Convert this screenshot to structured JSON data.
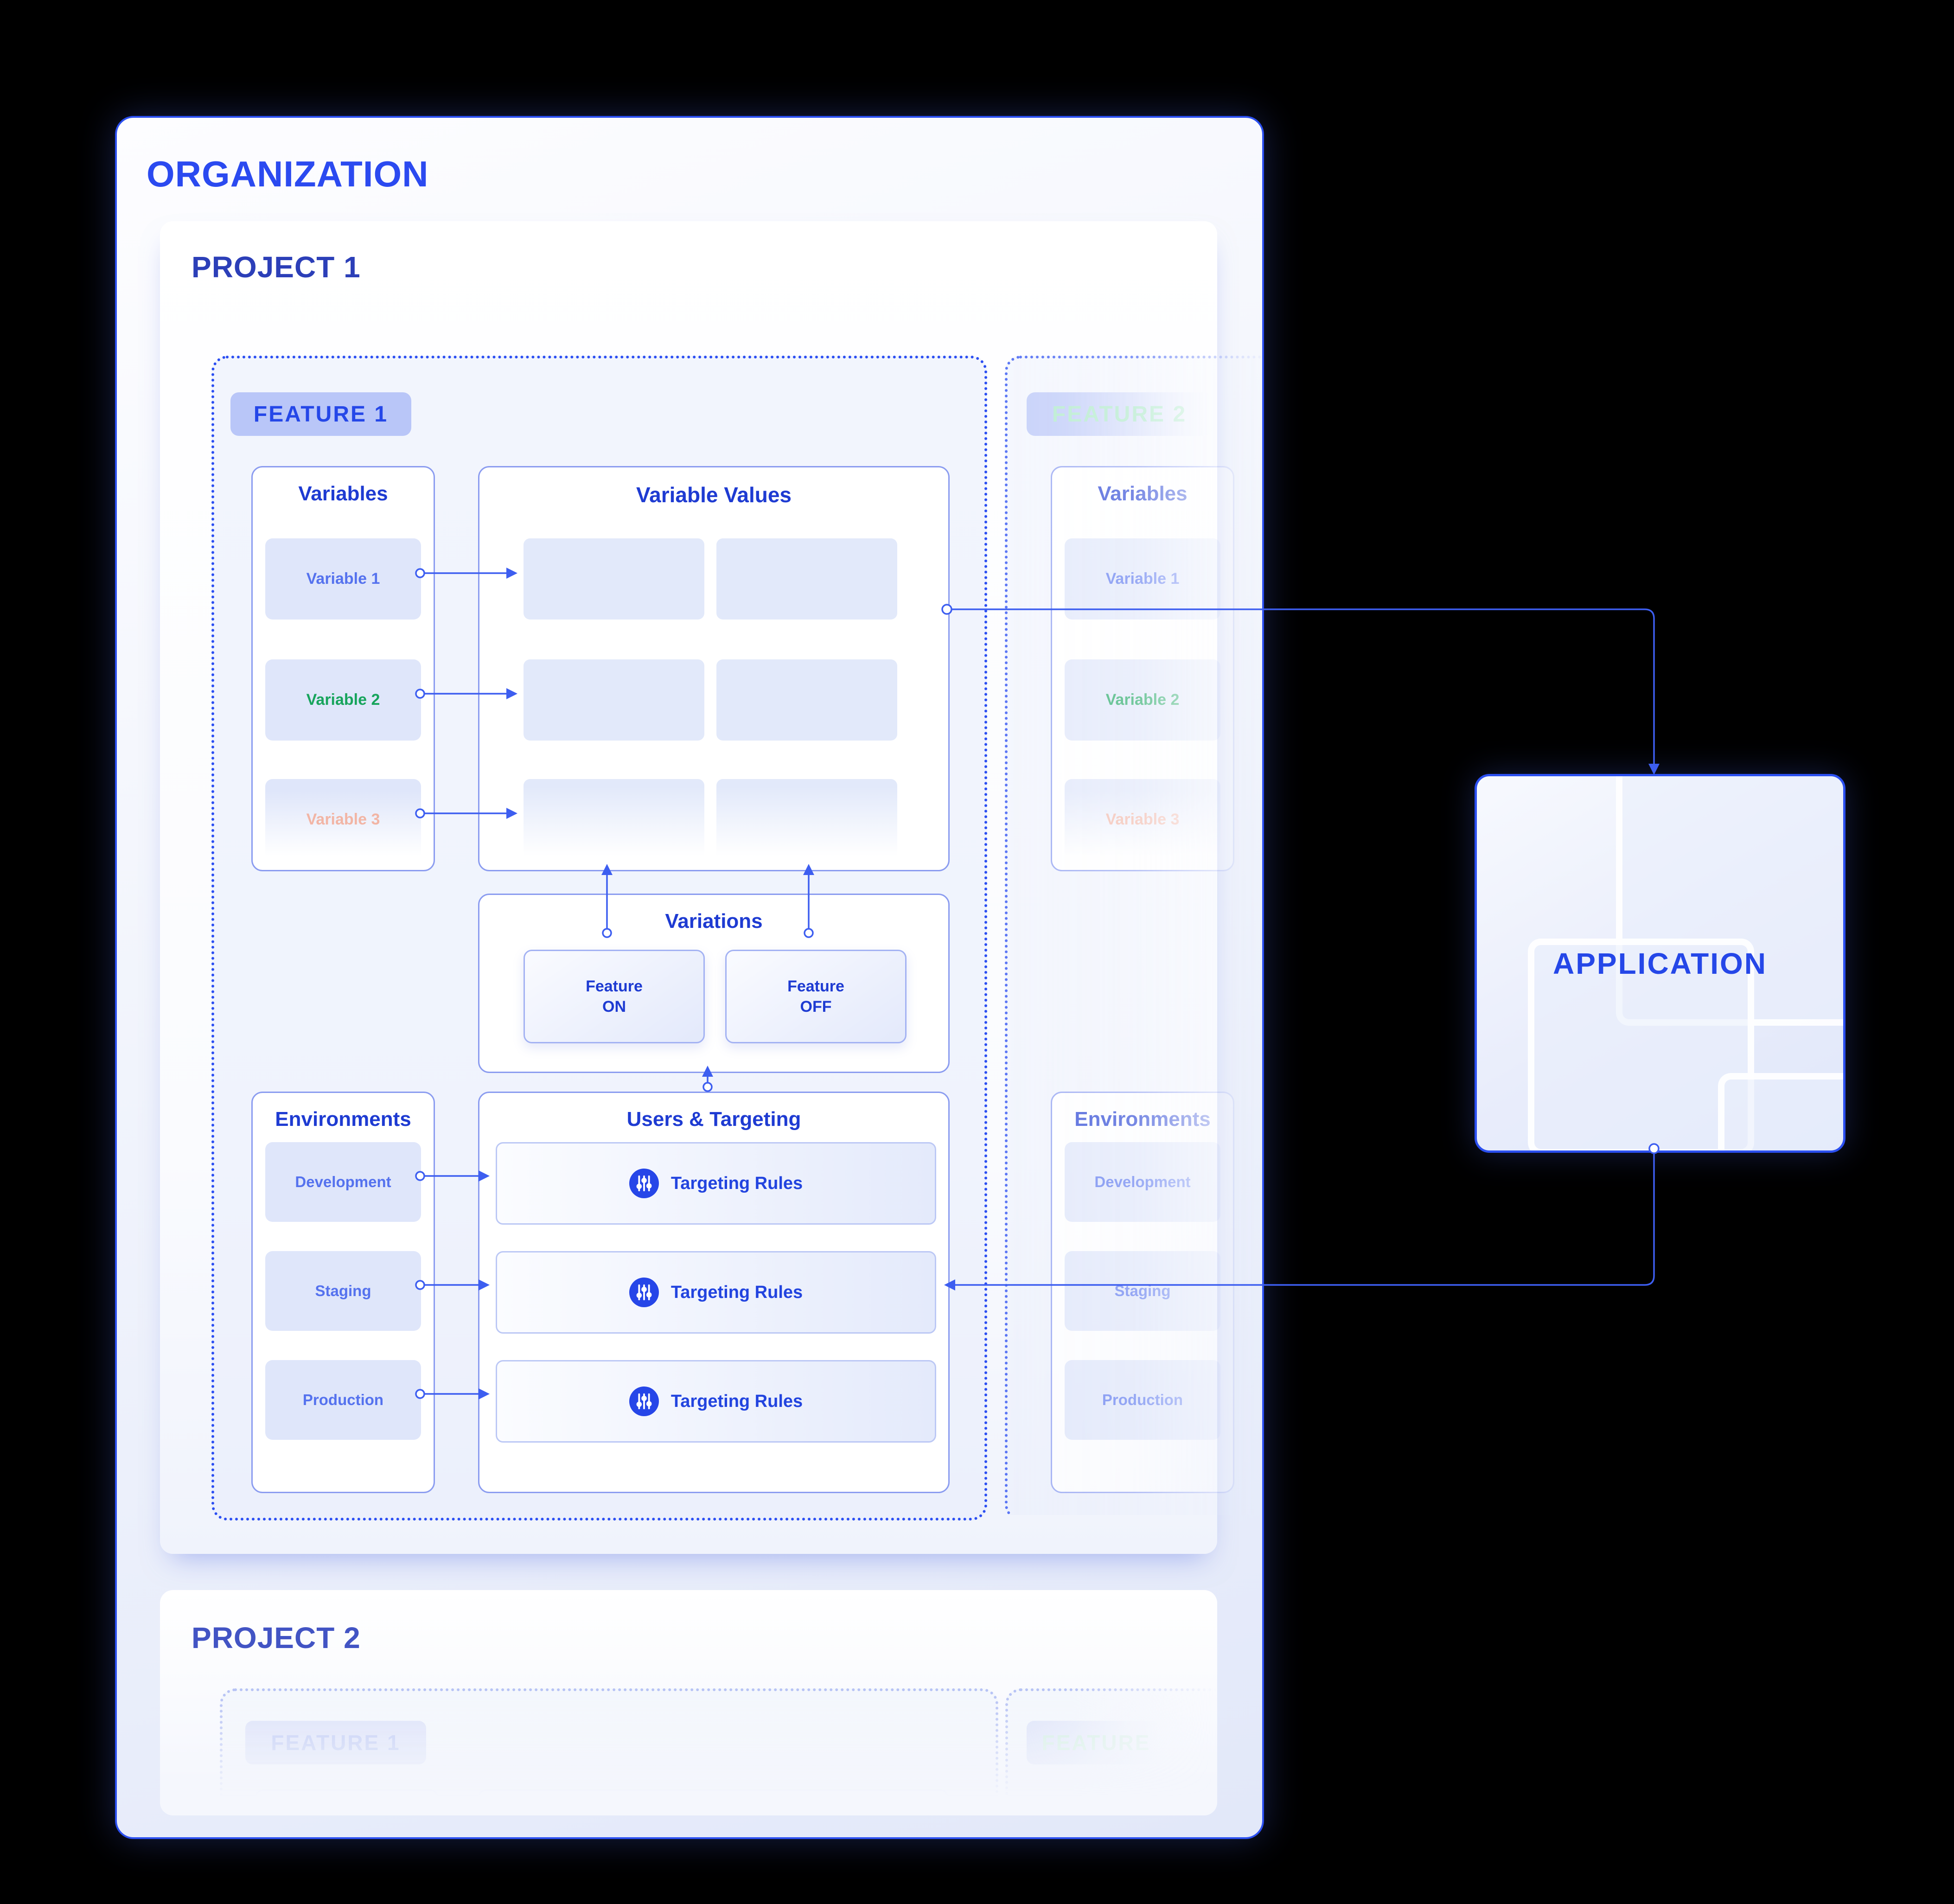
{
  "colors": {
    "background": "#000000",
    "accent_blue": "#2547e8",
    "border_blue": "#2b4ff0",
    "dotted_border": "#2b4ef2",
    "panel_border": "#8b9cf0",
    "chip_bg": "#dfe6fa",
    "feature_chip_bg": "#b9c6f8",
    "title_navy": "#2c3fb8",
    "box_title_blue": "#1e3bd2",
    "variable_green": "#17a45c",
    "variable_salmon": "#f2b5a5",
    "feature2_label_green": "#a9e7c6",
    "wire_blue": "#3d5ef0"
  },
  "organization": {
    "title": "ORGANIZATION"
  },
  "application": {
    "title": "APPLICATION"
  },
  "project1": {
    "title": "PROJECT 1",
    "feature1": {
      "label": "FEATURE 1",
      "variables": {
        "title": "Variables",
        "items": [
          {
            "label": "Variable 1",
            "color": "blue"
          },
          {
            "label": "Variable 2",
            "color": "green"
          },
          {
            "label": "Variable 3",
            "color": "salmon-faded"
          }
        ]
      },
      "variable_values": {
        "title": "Variable Values",
        "placeholder_cells": 6
      },
      "variations": {
        "title": "Variations",
        "options": [
          {
            "line1": "Feature",
            "line2": "ON"
          },
          {
            "line1": "Feature",
            "line2": "OFF"
          }
        ]
      },
      "environments": {
        "title": "Environments",
        "items": [
          {
            "label": "Development"
          },
          {
            "label": "Staging"
          },
          {
            "label": "Production"
          }
        ]
      },
      "users_targeting": {
        "title": "Users & Targeting",
        "rules": [
          {
            "icon": "sliders-icon",
            "label": "Targeting Rules"
          },
          {
            "icon": "sliders-icon",
            "label": "Targeting Rules"
          },
          {
            "icon": "sliders-icon",
            "label": "Targeting Rules"
          }
        ]
      }
    },
    "feature2": {
      "label": "FEATURE 2",
      "variables": {
        "title": "Variables",
        "items": [
          {
            "label": "Variable 1",
            "color": "blue-faded"
          },
          {
            "label": "Variable 2",
            "color": "green-faded"
          },
          {
            "label": "Variable 3",
            "color": "salmon-faded"
          }
        ]
      },
      "environments": {
        "title": "Environments",
        "items": [
          {
            "label": "Development"
          },
          {
            "label": "Staging"
          },
          {
            "label": "Production"
          }
        ]
      }
    }
  },
  "project2": {
    "title": "PROJECT 2",
    "features": [
      {
        "label": "FEATURE 1"
      },
      {
        "label": "FEATURE"
      }
    ]
  }
}
